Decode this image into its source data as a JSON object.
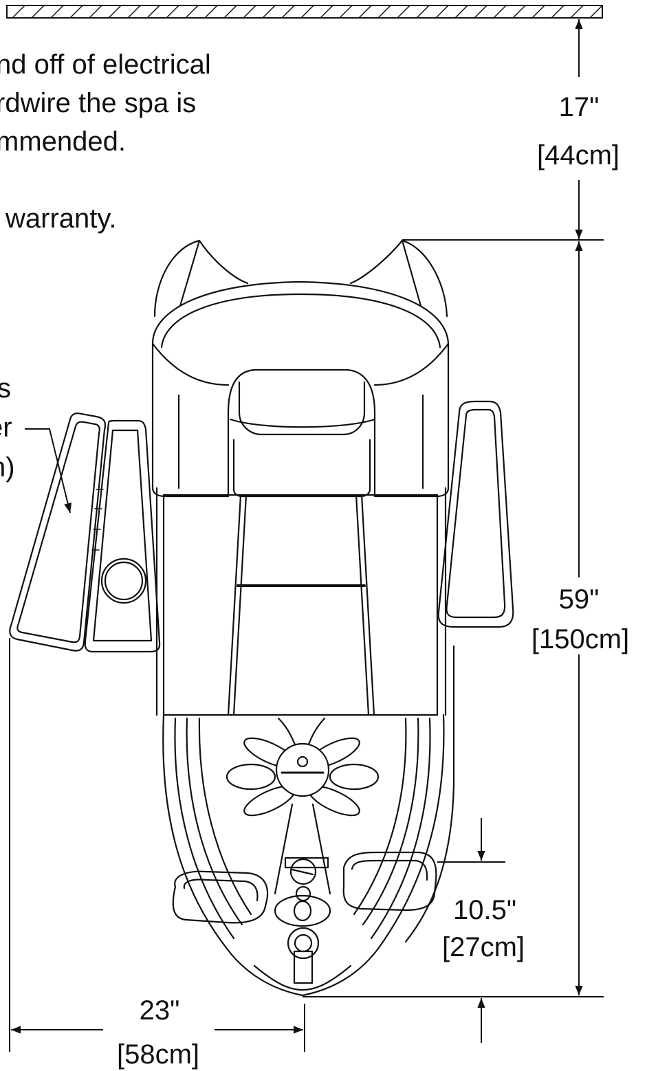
{
  "notes": {
    "line1": "nd off of electrical",
    "line2": "rdwire the spa is",
    "line3": "mmended.",
    "line4": "warranty."
  },
  "callout": {
    "line1": "s",
    "line2": "er",
    "line3": "n)"
  },
  "dimensions": {
    "clearance": {
      "imperial": "17\"",
      "metric": "[44cm]"
    },
    "length": {
      "imperial": "59\"",
      "metric": "[150cm]"
    },
    "step_height": {
      "imperial": "10.5\"",
      "metric": "[27cm]"
    },
    "width": {
      "imperial": "23\"",
      "metric": "[58cm]"
    }
  },
  "colors": {
    "line": "#111111",
    "background": "#ffffff"
  },
  "icons": [
    "wall-hatch",
    "spa-chair-topview",
    "control-logo-icon"
  ]
}
